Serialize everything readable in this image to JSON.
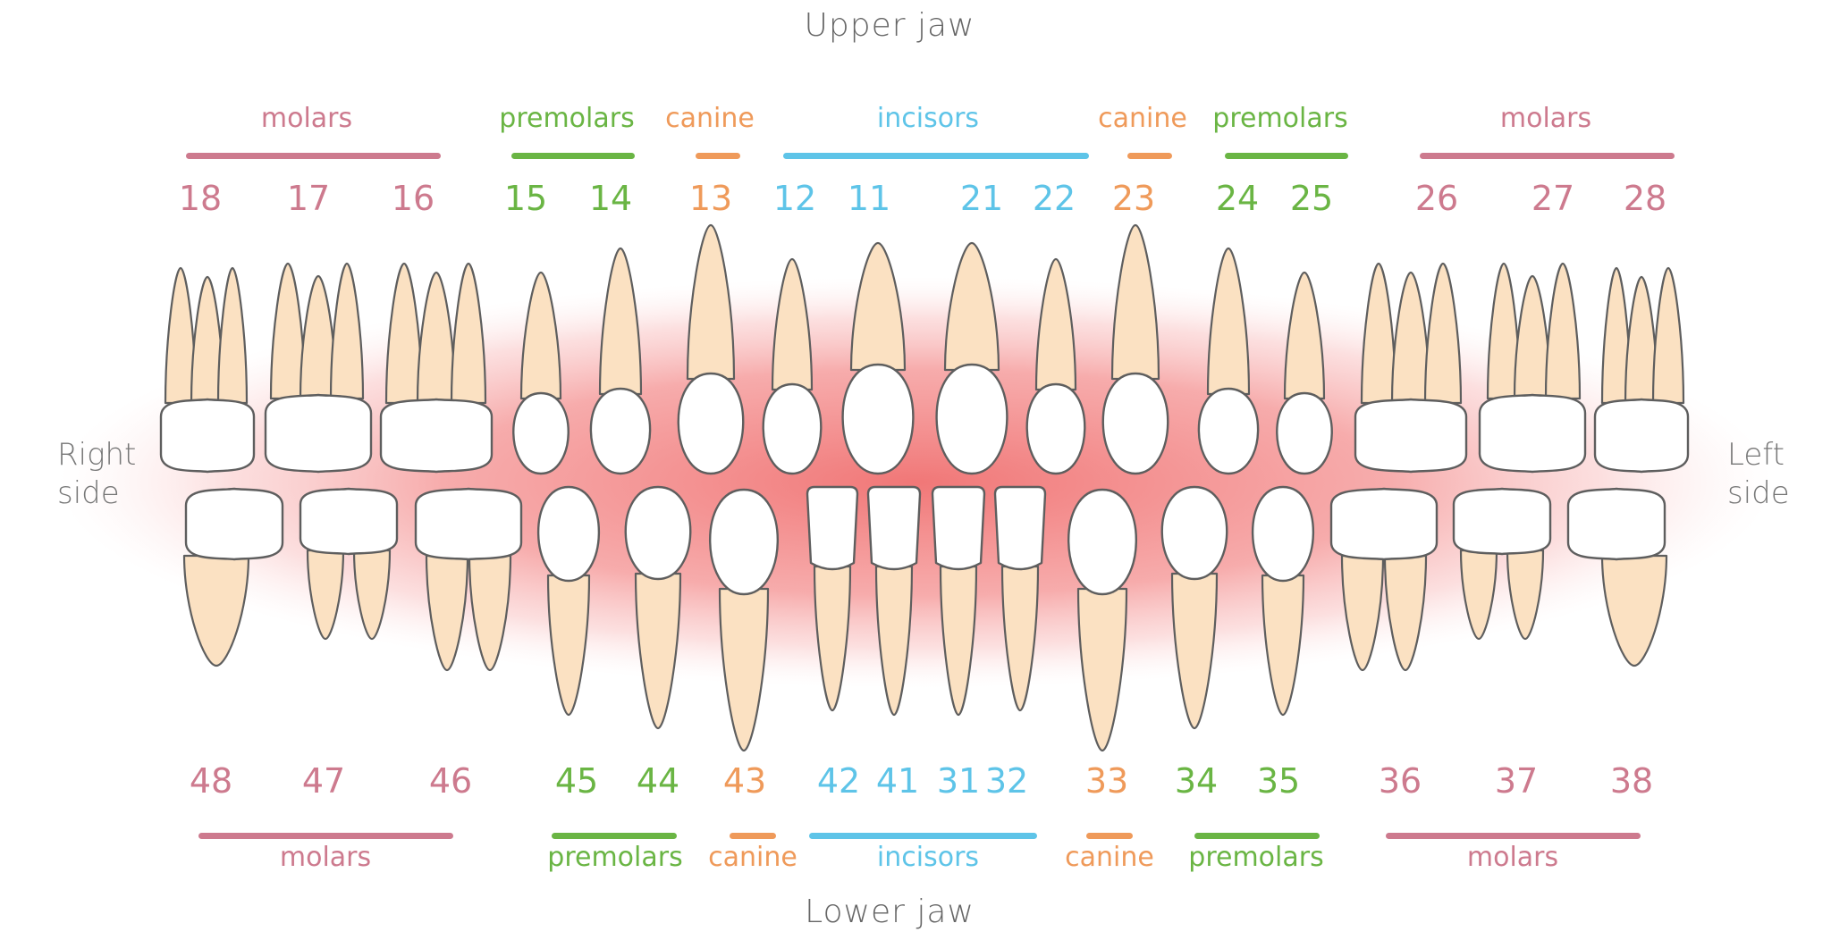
{
  "title_upper": "Upper jaw",
  "title_lower": "Lower jaw",
  "side_right": [
    "Right",
    "side"
  ],
  "side_left": [
    "Left",
    "side"
  ],
  "colors": {
    "molars": "#cd7a8e",
    "premolars": "#6ab544",
    "canine": "#ef9a5a",
    "incisors": "#5ec4e8",
    "crown": "#ffffff",
    "root": "#fbe1c2",
    "outline": "#5e5e5e",
    "gum": "#f28a8a"
  },
  "upper_groups": [
    {
      "key": "molars",
      "label": "molars"
    },
    {
      "key": "premolars",
      "label": "premolars"
    },
    {
      "key": "canine",
      "label": "canine"
    },
    {
      "key": "incisors",
      "label": "incisors"
    },
    {
      "key": "canine",
      "label": "canine"
    },
    {
      "key": "premolars",
      "label": "premolars"
    },
    {
      "key": "molars",
      "label": "molars"
    }
  ],
  "lower_groups": [
    {
      "key": "molars",
      "label": "molars"
    },
    {
      "key": "premolars",
      "label": "premolars"
    },
    {
      "key": "canine",
      "label": "canine"
    },
    {
      "key": "incisors",
      "label": "incisors"
    },
    {
      "key": "canine",
      "label": "canine"
    },
    {
      "key": "premolars",
      "label": "premolars"
    },
    {
      "key": "molars",
      "label": "molars"
    }
  ],
  "upper_teeth": [
    {
      "num": "18",
      "type": "molars"
    },
    {
      "num": "17",
      "type": "molars"
    },
    {
      "num": "16",
      "type": "molars"
    },
    {
      "num": "15",
      "type": "premolars"
    },
    {
      "num": "14",
      "type": "premolars"
    },
    {
      "num": "13",
      "type": "canine"
    },
    {
      "num": "12",
      "type": "incisors"
    },
    {
      "num": "11",
      "type": "incisors"
    },
    {
      "num": "21",
      "type": "incisors"
    },
    {
      "num": "22",
      "type": "incisors"
    },
    {
      "num": "23",
      "type": "canine"
    },
    {
      "num": "24",
      "type": "premolars"
    },
    {
      "num": "25",
      "type": "premolars"
    },
    {
      "num": "26",
      "type": "molars"
    },
    {
      "num": "27",
      "type": "molars"
    },
    {
      "num": "28",
      "type": "molars"
    }
  ],
  "lower_teeth": [
    {
      "num": "48",
      "type": "molars"
    },
    {
      "num": "47",
      "type": "molars"
    },
    {
      "num": "46",
      "type": "molars"
    },
    {
      "num": "45",
      "type": "premolars"
    },
    {
      "num": "44",
      "type": "premolars"
    },
    {
      "num": "43",
      "type": "canine"
    },
    {
      "num": "42",
      "type": "incisors"
    },
    {
      "num": "41",
      "type": "incisors"
    },
    {
      "num": "31",
      "type": "incisors"
    },
    {
      "num": "32",
      "type": "incisors"
    },
    {
      "num": "33",
      "type": "canine"
    },
    {
      "num": "34",
      "type": "premolars"
    },
    {
      "num": "35",
      "type": "premolars"
    },
    {
      "num": "36",
      "type": "molars"
    },
    {
      "num": "37",
      "type": "molars"
    },
    {
      "num": "38",
      "type": "molars"
    }
  ]
}
